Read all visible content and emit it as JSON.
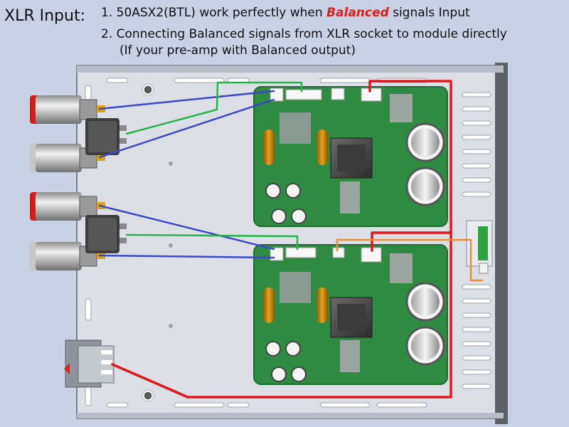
{
  "header": {
    "title": "XLR Input:",
    "line1_prefix": "1. 50ASX2(BTL) work perfectly when ",
    "line1_emphasis": "Balanced",
    "line1_suffix": " signals Input",
    "line2": "2. Connecting Balanced signals from XLR socket to module directly",
    "line3": "(If your pre-amp with Balanced output)"
  },
  "colors": {
    "background": "#c9d1e4",
    "chassis": "#d9dde6",
    "pcb": "#2e8a40",
    "rca_red": "#d41c1c",
    "emphasis": "#e31a1a",
    "wire_blue": "#3b48c8",
    "wire_green": "#27b44a",
    "wire_red": "#e3161e",
    "wire_orange": "#ee8c32"
  },
  "icons": [
    "rca-jack-icon",
    "xlr-socket-icon",
    "power-inlet-icon",
    "mounting-hole-icon"
  ]
}
